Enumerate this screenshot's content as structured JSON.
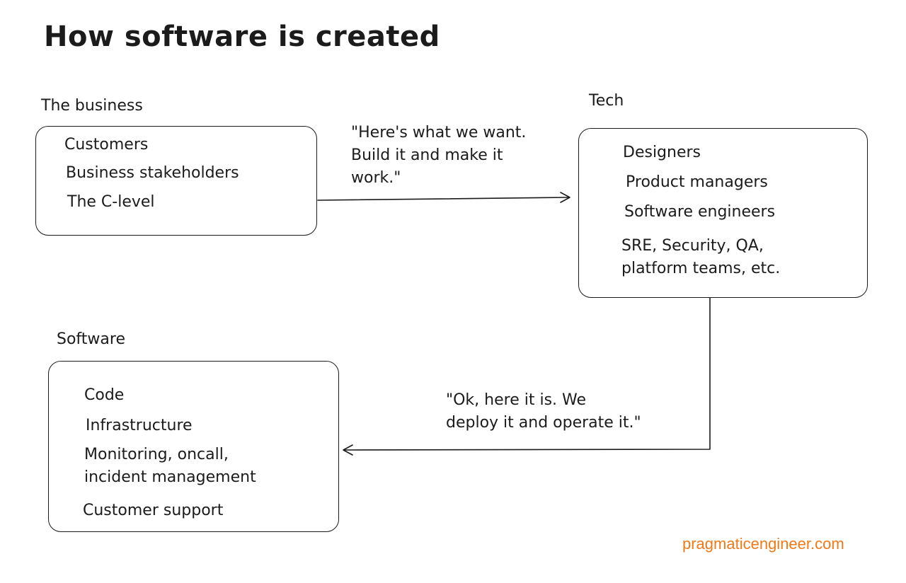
{
  "title": "How software is created",
  "business": {
    "label": "The business",
    "items": [
      "Customers",
      "Business stakeholders",
      "The C-level"
    ]
  },
  "tech": {
    "label": "Tech",
    "items": [
      "Designers",
      "Product managers",
      "Software engineers"
    ],
    "extra_lines": [
      "SRE, Security, QA,",
      "platform teams, etc."
    ]
  },
  "software": {
    "label": "Software",
    "items": [
      "Code",
      "Infrastructure"
    ],
    "monitoring_lines": [
      "Monitoring, oncall,",
      "incident management"
    ],
    "support": "Customer support"
  },
  "quote_to_tech": [
    "\"Here's what we want.",
    "Build it and make it",
    "work.\""
  ],
  "quote_to_software": [
    "\"Ok, here it is. We",
    "deploy it and operate it.\""
  ],
  "footer": "pragmaticengineer.com",
  "colors": {
    "ink": "#1b1b1b",
    "footer": "#f07a1a"
  }
}
